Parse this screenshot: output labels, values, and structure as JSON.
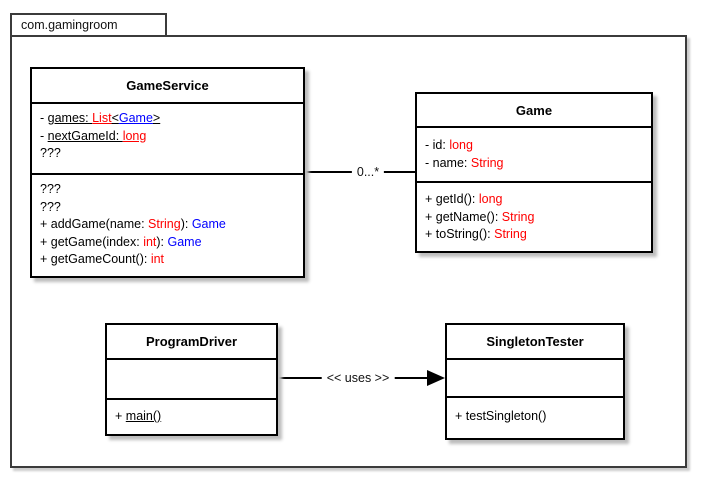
{
  "package": {
    "label": "com.gamingroom"
  },
  "colors": {
    "black": "#000000",
    "red": "#ff0000",
    "blue": "#0000ff",
    "class_border": "#000000",
    "package_border": "#3b3b3b",
    "shadow": "#bdbdbd",
    "background": "#ffffff"
  },
  "classes": [
    {
      "key": "game-service",
      "title": "GameService",
      "compartments": [
        {
          "lines": [
            [
              {
                "t": "- "
              },
              {
                "t": "games: ",
                "u": true
              },
              {
                "t": "List",
                "c": "red",
                "u": true
              },
              {
                "t": "<",
                "u": true
              },
              {
                "t": "Game",
                "c": "blue",
                "u": true
              },
              {
                "t": ">",
                "u": true
              }
            ],
            [
              {
                "t": "- "
              },
              {
                "t": "nextGameId: ",
                "u": true
              },
              {
                "t": "long",
                "c": "red",
                "u": true
              }
            ],
            [
              {
                "t": "???"
              }
            ]
          ]
        },
        {
          "lines": [
            [
              {
                "t": "???"
              }
            ],
            [
              {
                "t": "???"
              }
            ],
            [
              {
                "t": "+ addGame(name: "
              },
              {
                "t": "String",
                "c": "red"
              },
              {
                "t": "): "
              },
              {
                "t": "Game",
                "c": "blue"
              }
            ],
            [
              {
                "t": "+ getGame(index: "
              },
              {
                "t": "int",
                "c": "red"
              },
              {
                "t": "): "
              },
              {
                "t": "Game",
                "c": "blue"
              }
            ],
            [
              {
                "t": "+ getGameCount(): "
              },
              {
                "t": "int",
                "c": "red"
              }
            ]
          ]
        }
      ]
    },
    {
      "key": "game",
      "title": "Game",
      "compartments": [
        {
          "lines": [
            [
              {
                "t": "- id: "
              },
              {
                "t": "long",
                "c": "red"
              }
            ],
            [
              {
                "t": "- name: "
              },
              {
                "t": "String",
                "c": "red"
              }
            ]
          ]
        },
        {
          "lines": [
            [
              {
                "t": "+ getId(): "
              },
              {
                "t": "long",
                "c": "red"
              }
            ],
            [
              {
                "t": "+ getName(): "
              },
              {
                "t": "String",
                "c": "red"
              }
            ],
            [
              {
                "t": "+ toString(): "
              },
              {
                "t": "String",
                "c": "red"
              }
            ]
          ]
        }
      ]
    },
    {
      "key": "program-driver",
      "title": "ProgramDriver",
      "compartments": [
        {
          "lines": []
        },
        {
          "lines": [
            [
              {
                "t": "+ "
              },
              {
                "t": "main()",
                "u": true
              }
            ]
          ]
        }
      ]
    },
    {
      "key": "singleton-tester",
      "title": "SingletonTester",
      "compartments": [
        {
          "lines": []
        },
        {
          "lines": [
            [
              {
                "t": "+ testSingleton()"
              }
            ]
          ]
        }
      ]
    }
  ],
  "relations": [
    {
      "key": "gameservice-game",
      "type": "association",
      "label": "0...*"
    },
    {
      "key": "programdriver-singletontester",
      "type": "directed-dependency",
      "label": "<< uses >>"
    }
  ]
}
